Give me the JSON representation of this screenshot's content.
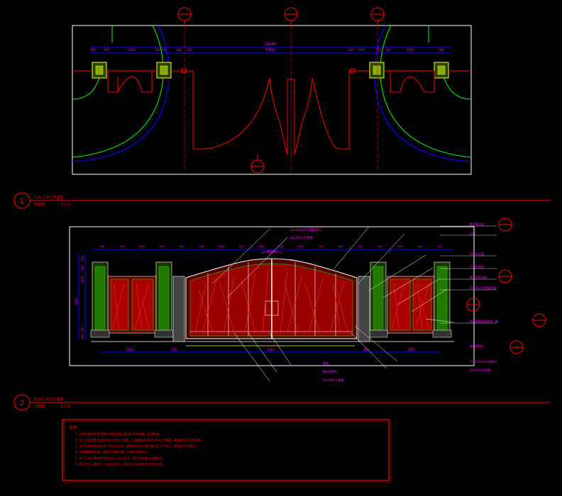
{
  "colors": {
    "background": "#000000",
    "frame": "#ffffff",
    "red": "#ff0000",
    "blue": "#0000ff",
    "green": "#00ff00",
    "yellow": "#ffff00",
    "magenta": "#ff00ff",
    "cyan": "#00ffff"
  },
  "plan": {
    "dim_total": "19165",
    "dims_left": [
      "300",
      "450",
      "1955",
      "100",
      "500",
      "350",
      "225"
    ],
    "dim_center": "5450",
    "dims_right": [
      "225",
      "450",
      "500",
      "100",
      "1955",
      "500"
    ]
  },
  "section1": {
    "number": "1",
    "title": "北大门-大门平面图",
    "scale_label": "平面图",
    "scale": "1:1.0"
  },
  "elevation": {
    "dims_top": [
      "300",
      "150",
      "1955",
      "100",
      "550",
      "150",
      "2500",
      "150",
      "1500",
      "150",
      "2500",
      "150",
      "150",
      "550",
      "100",
      "1955",
      "150",
      "300"
    ],
    "dim_arc": "R1500",
    "dims_left": [
      "2000",
      "1475",
      "250",
      "170",
      "100",
      "300"
    ],
    "dims_bottom": [
      "2855",
      "780",
      "5450",
      "780",
      "2855"
    ],
    "callouts_left": [
      "50x100x4方钢管封口",
      "50x50x3方钢管"
    ],
    "callouts_right": [
      "铁艺屋顶漆",
      "石材",
      "50x20方管",
      "大理石饰面",
      "铁艺栏杆花饰",
      "50x50x3方钢管骨架",
      "钢板热镀锌防腐漆一遍"
    ],
    "callouts_bottom_right": [
      "钢柱预埋件",
      "150x150x5方钢管柱",
      "50x50x3方钢管"
    ],
    "callouts_bottom_left": [
      "基础",
      "钢柱预埋件",
      "50x50x3方钢管"
    ]
  },
  "section2": {
    "number": "2",
    "title": "北大门-大门立面图",
    "scale_label": "立面图",
    "scale": "1:5.0"
  },
  "notes": {
    "heading": "说明",
    "lines": [
      "1. 所有金属构件表面需作除锈处理后再涂防锈漆两遍，面漆两遍。",
      "2. 大门立柱骨架采用150x150x5方钢管，门扇框架采用50x50x3方钢管，具体做法详见施工图。",
      "3. 大门门扇花饰由铁艺厂家深化设计，造型需经设计单位确认后方可施工，颜色由甲方确定。",
      "4. 所有焊缝需饱满，焊接后打磨平整，不得有夹渣气孔。",
      "5. 大门门轴与预埋件连接牢固，开启灵活，施工时注意与土建配合。",
      "6. 图中尺寸以毫米计，标高以米计，施工时应以现场实测尺寸为准。"
    ]
  }
}
